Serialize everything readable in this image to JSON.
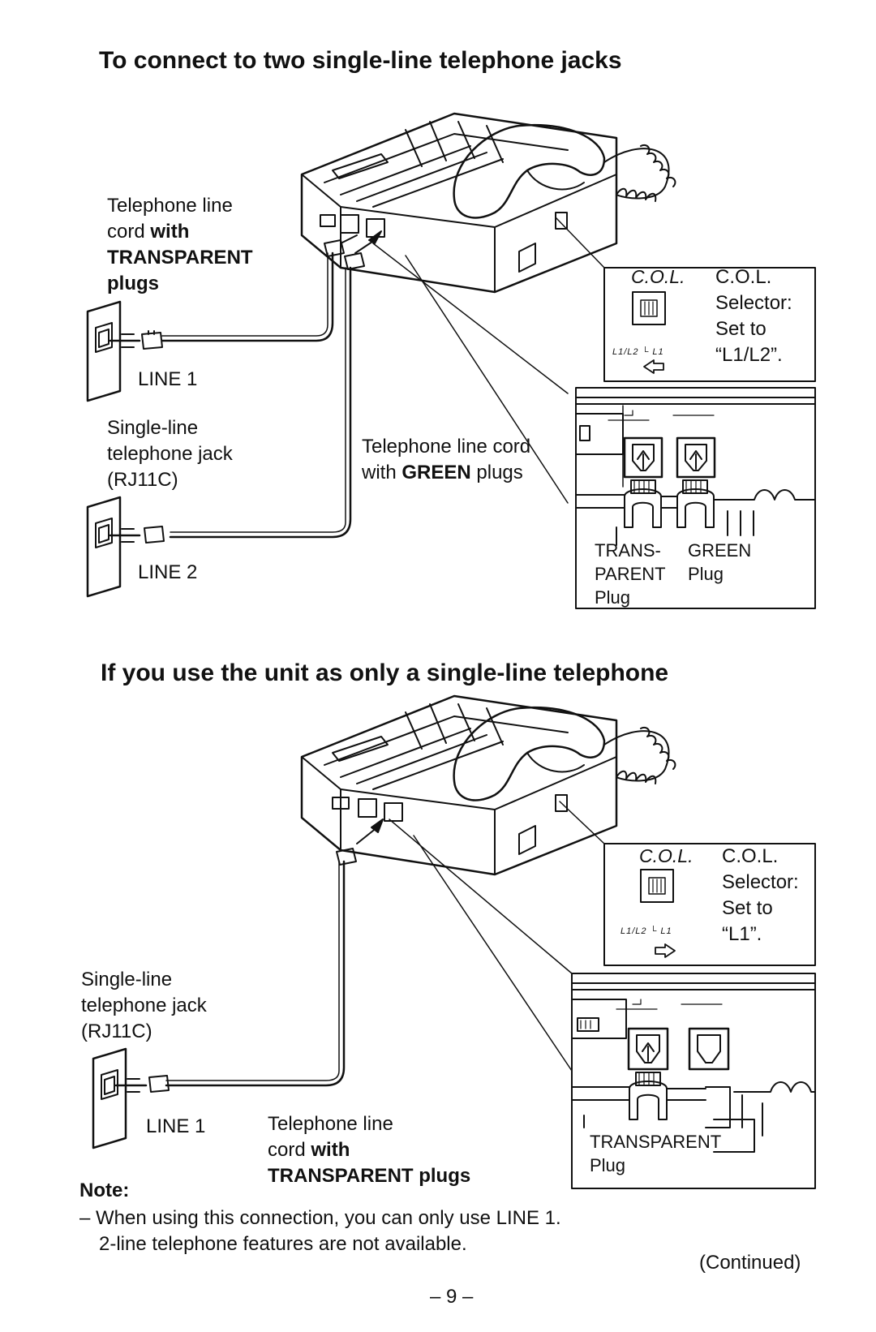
{
  "section1": {
    "heading": "To connect to two single-line telephone jacks",
    "cord_transparent": [
      "Telephone line",
      "cord ",
      "with",
      "TRANSPARENT",
      "plugs"
    ],
    "line1": "LINE 1",
    "jack_label": [
      "Single-line",
      "telephone jack",
      "(RJ11C)"
    ],
    "line2": "LINE 2",
    "cord_green": [
      "Telephone line cord",
      "with ",
      "GREEN",
      " plugs"
    ],
    "col_small": "C.O.L.",
    "col_switch_labels": "L1/L2 └ L1",
    "col_text": [
      "C.O.L.",
      "Selector:",
      "Set to",
      "“L1/L2”."
    ],
    "plug_transparent": [
      "TRANS-",
      "PARENT",
      "Plug"
    ],
    "plug_green": [
      "GREEN",
      "Plug"
    ]
  },
  "section2": {
    "heading": "If you use the unit as only a single-line telephone",
    "jack_label": [
      "Single-line",
      "telephone jack",
      "(RJ11C)"
    ],
    "line1": "LINE 1",
    "cord_transparent": [
      "Telephone line",
      "cord ",
      "with",
      "TRANSPARENT plugs"
    ],
    "col_small": "C.O.L.",
    "col_switch_labels": "L1/L2 └ L1",
    "col_text": [
      "C.O.L.",
      "Selector:",
      "Set to",
      "“L1”."
    ],
    "plug_transparent": [
      "TRANSPARENT",
      "Plug"
    ]
  },
  "note": {
    "title": "Note:",
    "line1_pre": "– When using this connection, you can only use ",
    "line1_bold": "LINE",
    "line1_post": " 1.",
    "line2": "2-line telephone features are not available."
  },
  "footer": {
    "continued": "(Continued)",
    "page_number": "– 9 –"
  },
  "icons": {
    "arrow_left": "arrow-left-icon",
    "arrow_right": "arrow-right-icon",
    "telephone": "telephone-illustration",
    "wall_jack": "wall-jack-icon"
  }
}
